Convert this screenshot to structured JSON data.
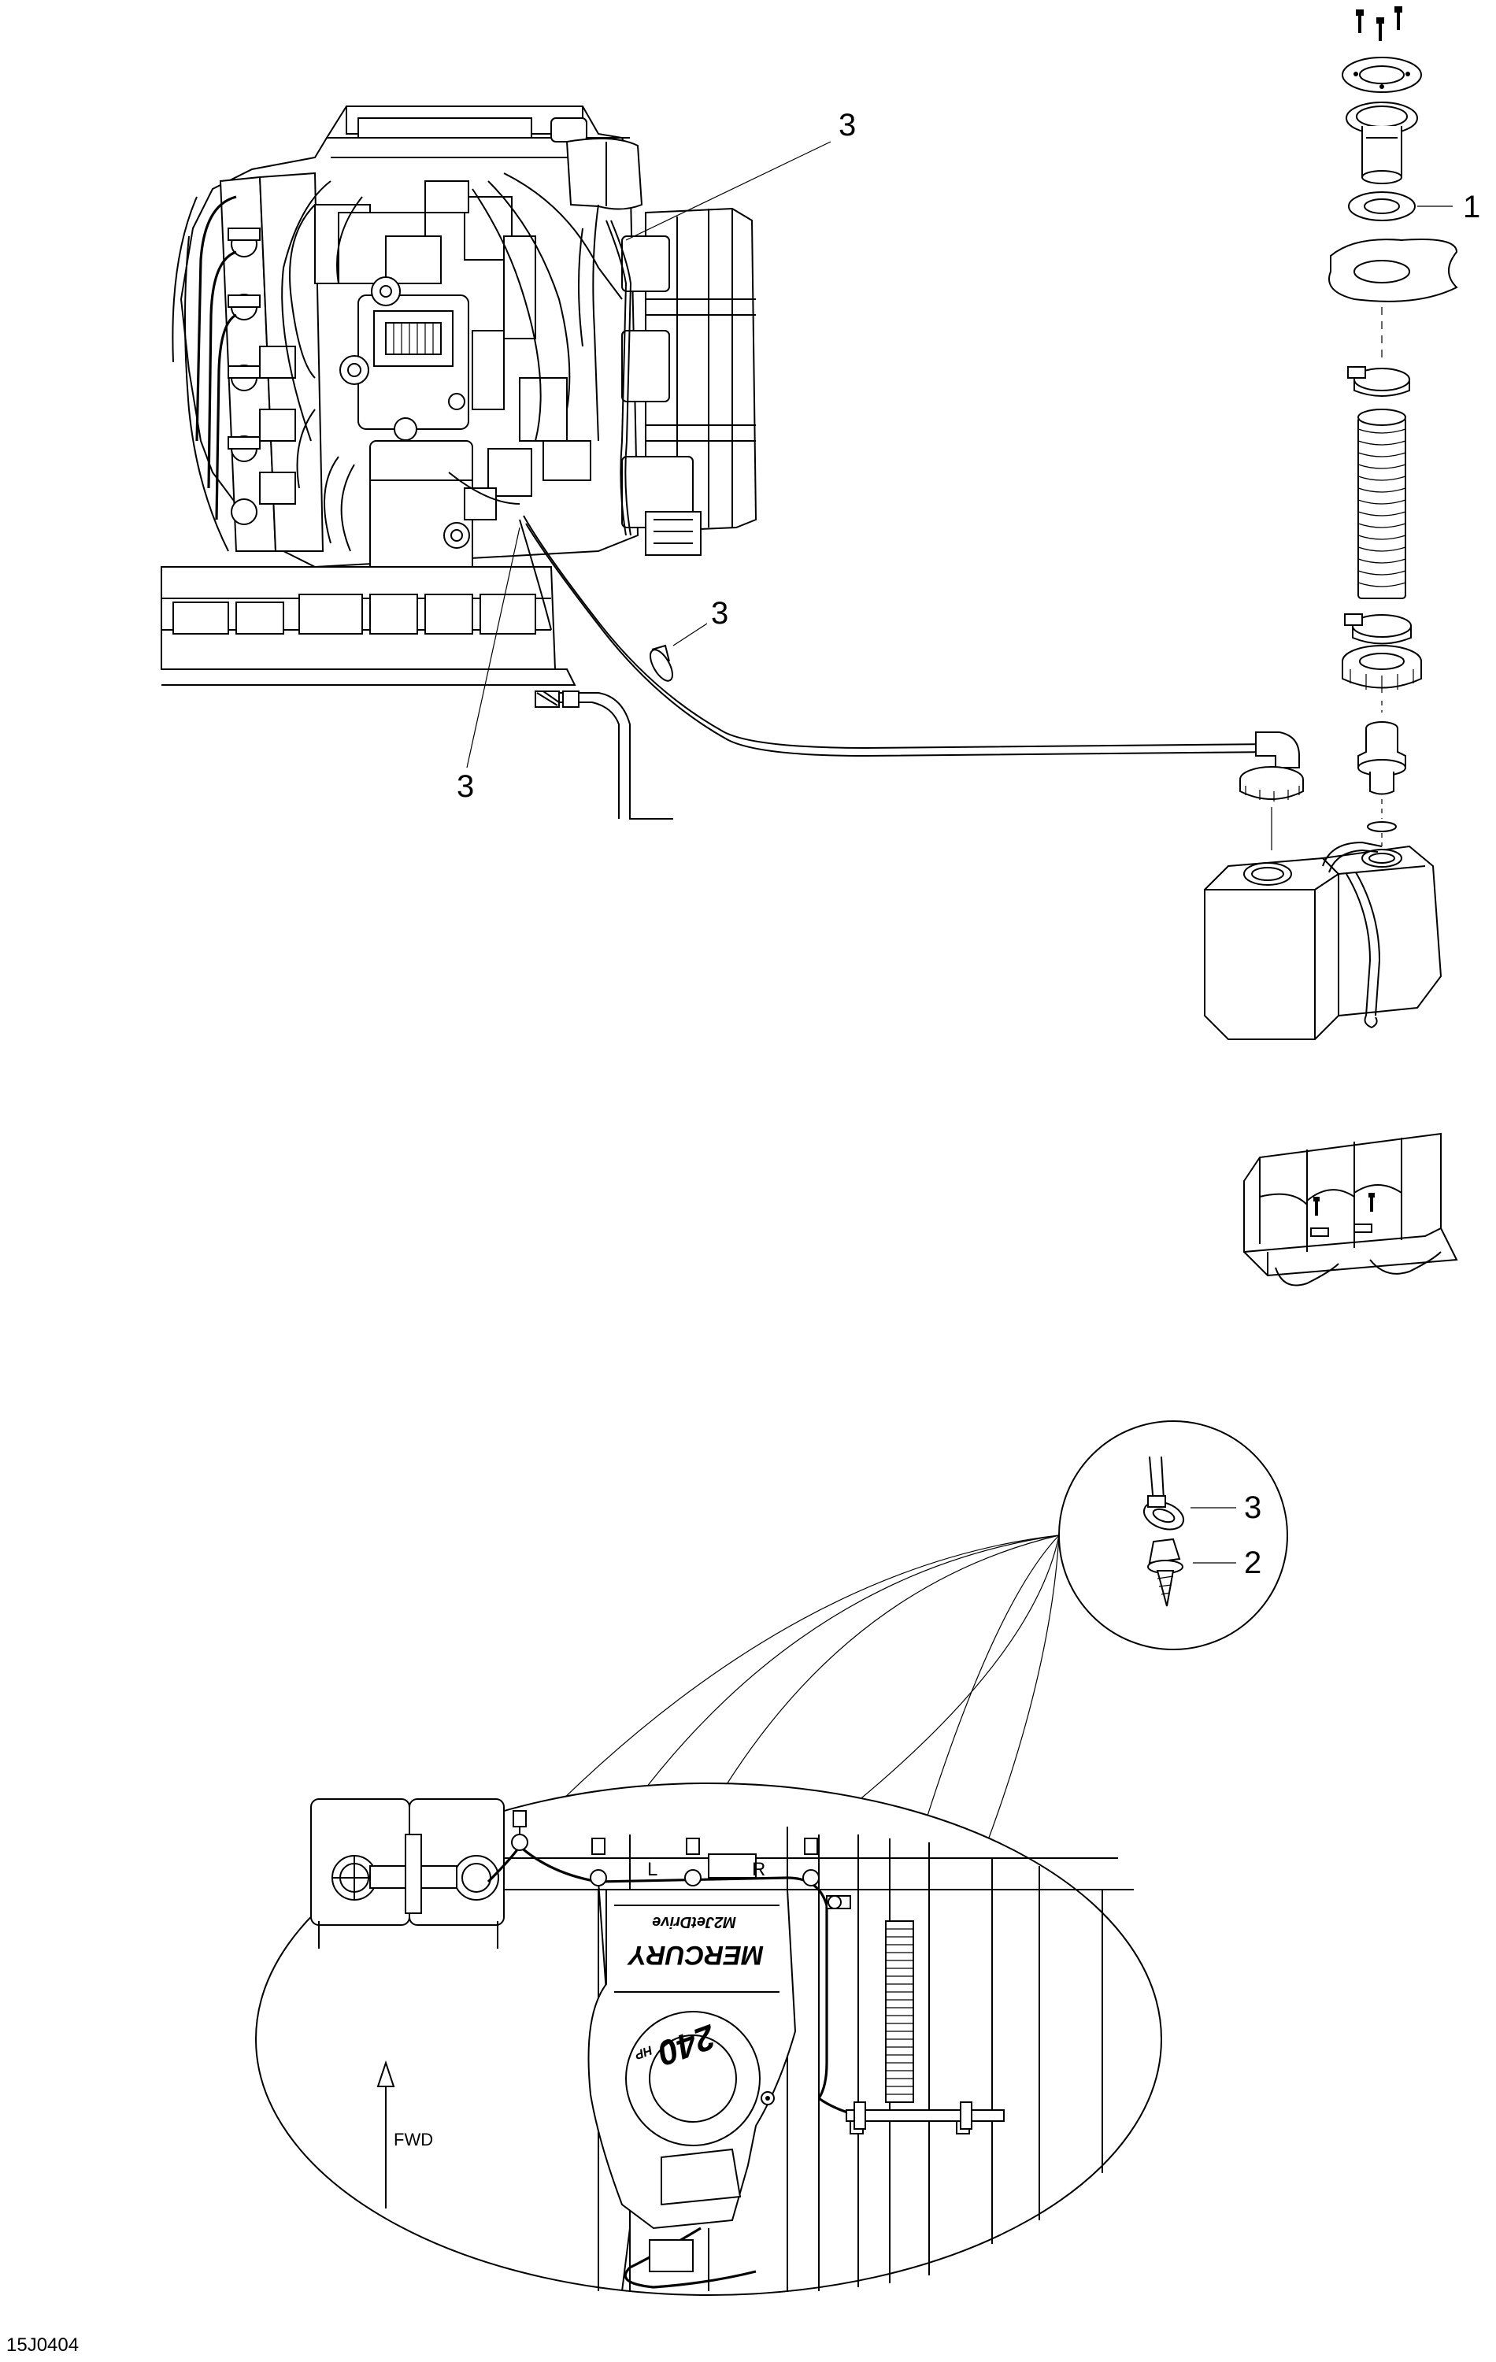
{
  "callouts": {
    "c1": "1",
    "c2": "2",
    "c3_top": "3",
    "c3_mid": "3",
    "c3_left": "3",
    "c3_detail": "3"
  },
  "labels": {
    "fwd": "FWD",
    "left": "L",
    "right": "R",
    "brand": "MERCURY",
    "model_line": "M2JetDrive",
    "hp": "240",
    "hp_unit": "HP"
  },
  "figure_code": "15J0404",
  "colors": {
    "ink": "#000000",
    "paper": "#ffffff"
  }
}
